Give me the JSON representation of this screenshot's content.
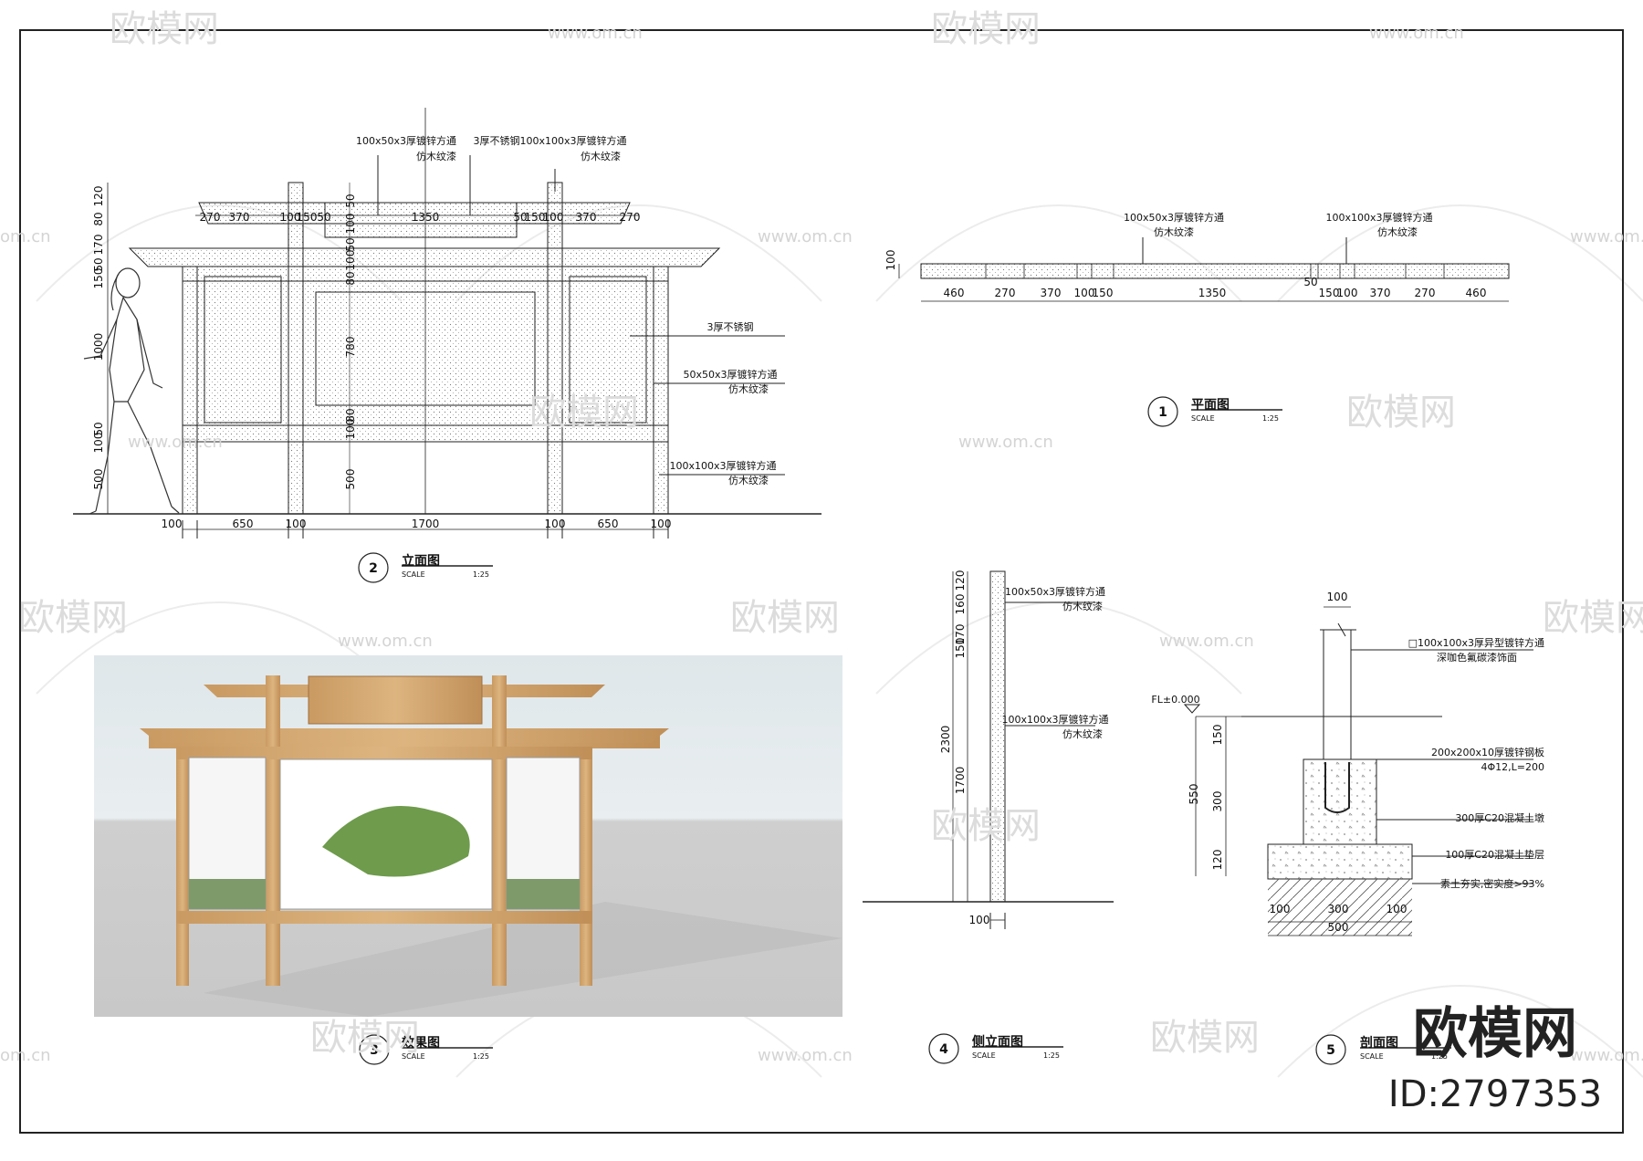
{
  "views": {
    "elevation": {
      "num": "2",
      "title": "立面图",
      "scale_label": "SCALE",
      "scale": "1:25"
    },
    "plan": {
      "num": "1",
      "title": "平面图",
      "scale_label": "SCALE",
      "scale": "1:25"
    },
    "render": {
      "num": "3",
      "title": "效果图",
      "scale_label": "SCALE",
      "scale": "1:25"
    },
    "side": {
      "num": "4",
      "title": "侧立面图",
      "scale_label": "SCALE",
      "scale": "1:25"
    },
    "section": {
      "num": "5",
      "title": "剖面图",
      "scale_label": "SCALE",
      "scale": "1:25"
    }
  },
  "elevation": {
    "top_dims": [
      "270",
      "370",
      "100",
      "150",
      "50",
      "1350",
      "50",
      "150",
      "100",
      "370",
      "270"
    ],
    "top_labels": [
      "100x50x3厚镀锌方通",
      "仿木纹漆",
      "3厚不锈钢",
      "100x100x3厚镀锌方通",
      "仿木纹漆"
    ],
    "left_dims": [
      "120",
      "80",
      "170",
      "50",
      "150",
      "1000",
      "50",
      "100",
      "500"
    ],
    "mid_dims": [
      "50",
      "100",
      "50",
      "100",
      "80",
      "780",
      "80",
      "100",
      "500"
    ],
    "center_dim": "1700",
    "bottom_dims": [
      "100",
      "650",
      "100",
      "1700",
      "100",
      "650",
      "100"
    ],
    "right_labels": [
      "3厚不锈钢",
      "50x50x3厚镀锌方通",
      "仿木纹漆",
      "100x100x3厚镀锌方通",
      "仿木纹漆"
    ]
  },
  "plan": {
    "dim_left": "100",
    "bottom_dims": [
      "460",
      "270",
      "370",
      "100",
      "150",
      "1350",
      "50",
      "150",
      "100",
      "370",
      "270",
      "460"
    ],
    "labels": [
      "100x50x3厚镀锌方通",
      "仿木纹漆",
      "100x100x3厚镀锌方通",
      "仿木纹漆"
    ]
  },
  "side": {
    "dims": [
      "120",
      "160",
      "170",
      "150",
      "2300",
      "1700"
    ],
    "bottom": "100",
    "labels": [
      "100x50x3厚镀锌方通",
      "仿木纹漆",
      "100x100x3厚镀锌方通",
      "仿木纹漆"
    ]
  },
  "section": {
    "top": "100",
    "fl": "FL±0.000",
    "left_dims": [
      "150",
      "550",
      "300",
      "120"
    ],
    "bottom_dims": [
      "100",
      "300",
      "100",
      "500"
    ],
    "labels": [
      "□100x100x3厚异型镀锌方通",
      "深咖色氟碳漆饰面",
      "200x200x10厚镀锌钢板",
      "4Φ12,L=200",
      "300厚C20混凝土墩",
      "100厚C20混凝土垫层",
      "素土夯实,密实度>93%"
    ]
  },
  "watermarks": {
    "brand": "欧模网",
    "url": "www.om.cn",
    "url_short": "om.cn"
  },
  "branding": {
    "name": "欧模网",
    "id": "ID:2797353"
  }
}
